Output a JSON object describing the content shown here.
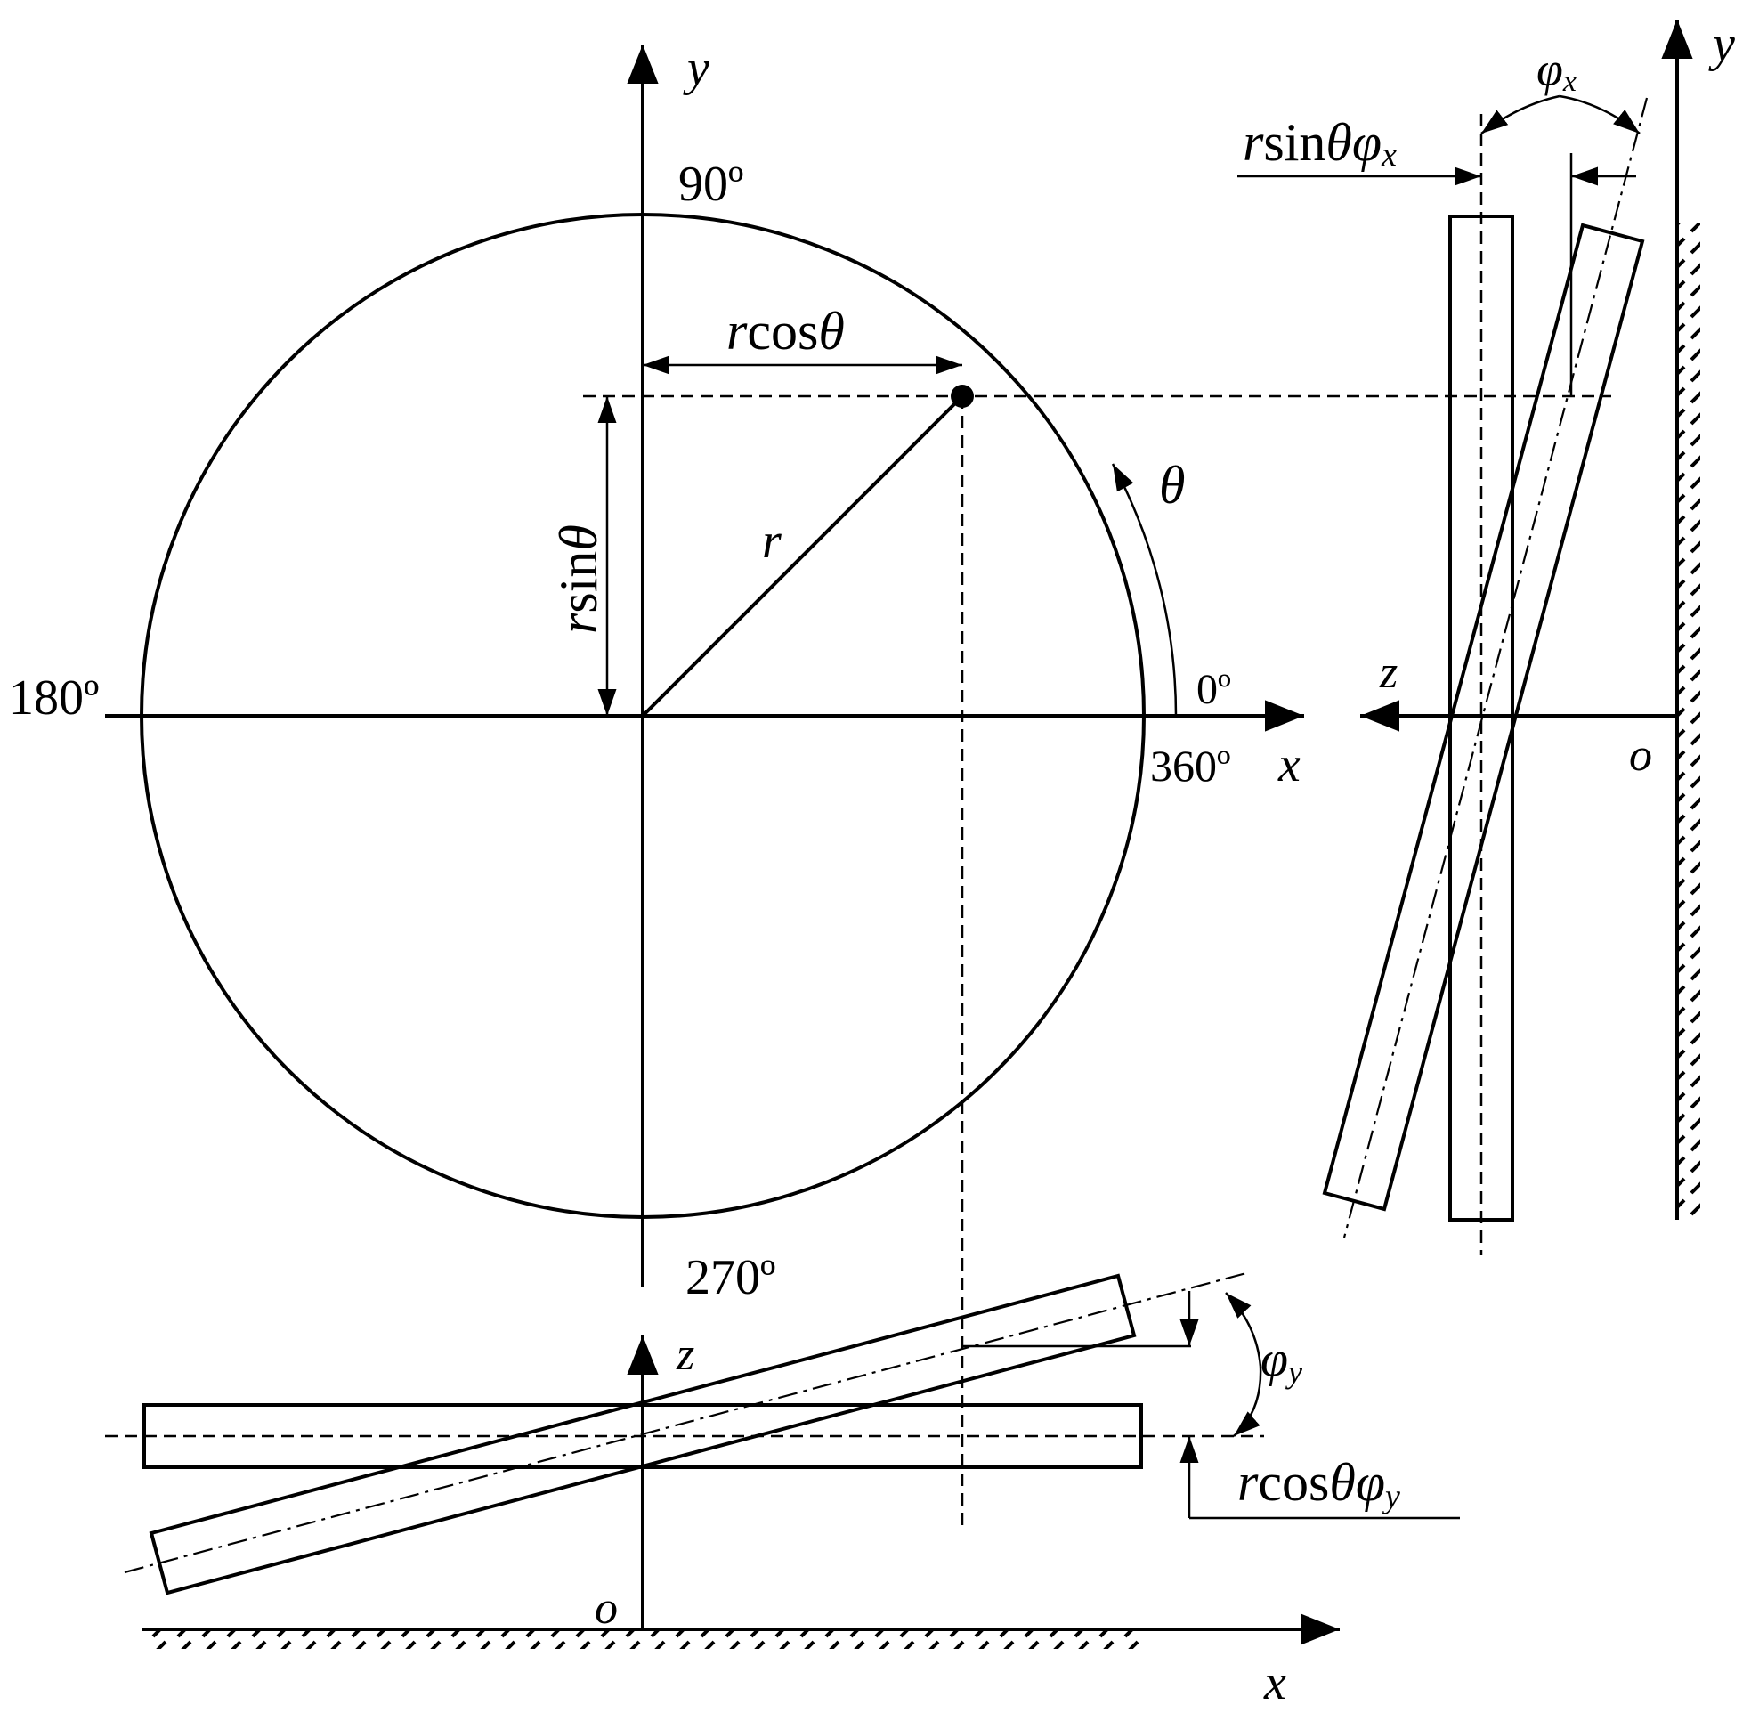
{
  "main_view": {
    "axis_y": "y",
    "axis_x": "x",
    "deg_90": "90º",
    "deg_180": "180º",
    "deg_270": "270º",
    "deg_0": "0º",
    "deg_360": "360º",
    "radius": "r",
    "theta": "θ",
    "dim_rcos": {
      "r": "r",
      "fn": "cos",
      "theta": "θ"
    },
    "dim_rsin": {
      "r": "r",
      "fn": "sin",
      "theta": "θ"
    }
  },
  "side_view": {
    "axis_y": "y",
    "axis_z": "z",
    "origin": "o",
    "phi": {
      "sym": "φ",
      "sub": "x"
    },
    "offset": {
      "r": "r",
      "fn": "sin",
      "theta": "θ",
      "phi": "φ",
      "sub": "x"
    }
  },
  "bottom_view": {
    "axis_z": "z",
    "axis_x": "x",
    "origin": "o",
    "phi": {
      "sym": "φ",
      "sub": "y"
    },
    "offset": {
      "r": "r",
      "fn": "cos",
      "theta": "θ",
      "phi": "φ",
      "sub": "y"
    }
  }
}
